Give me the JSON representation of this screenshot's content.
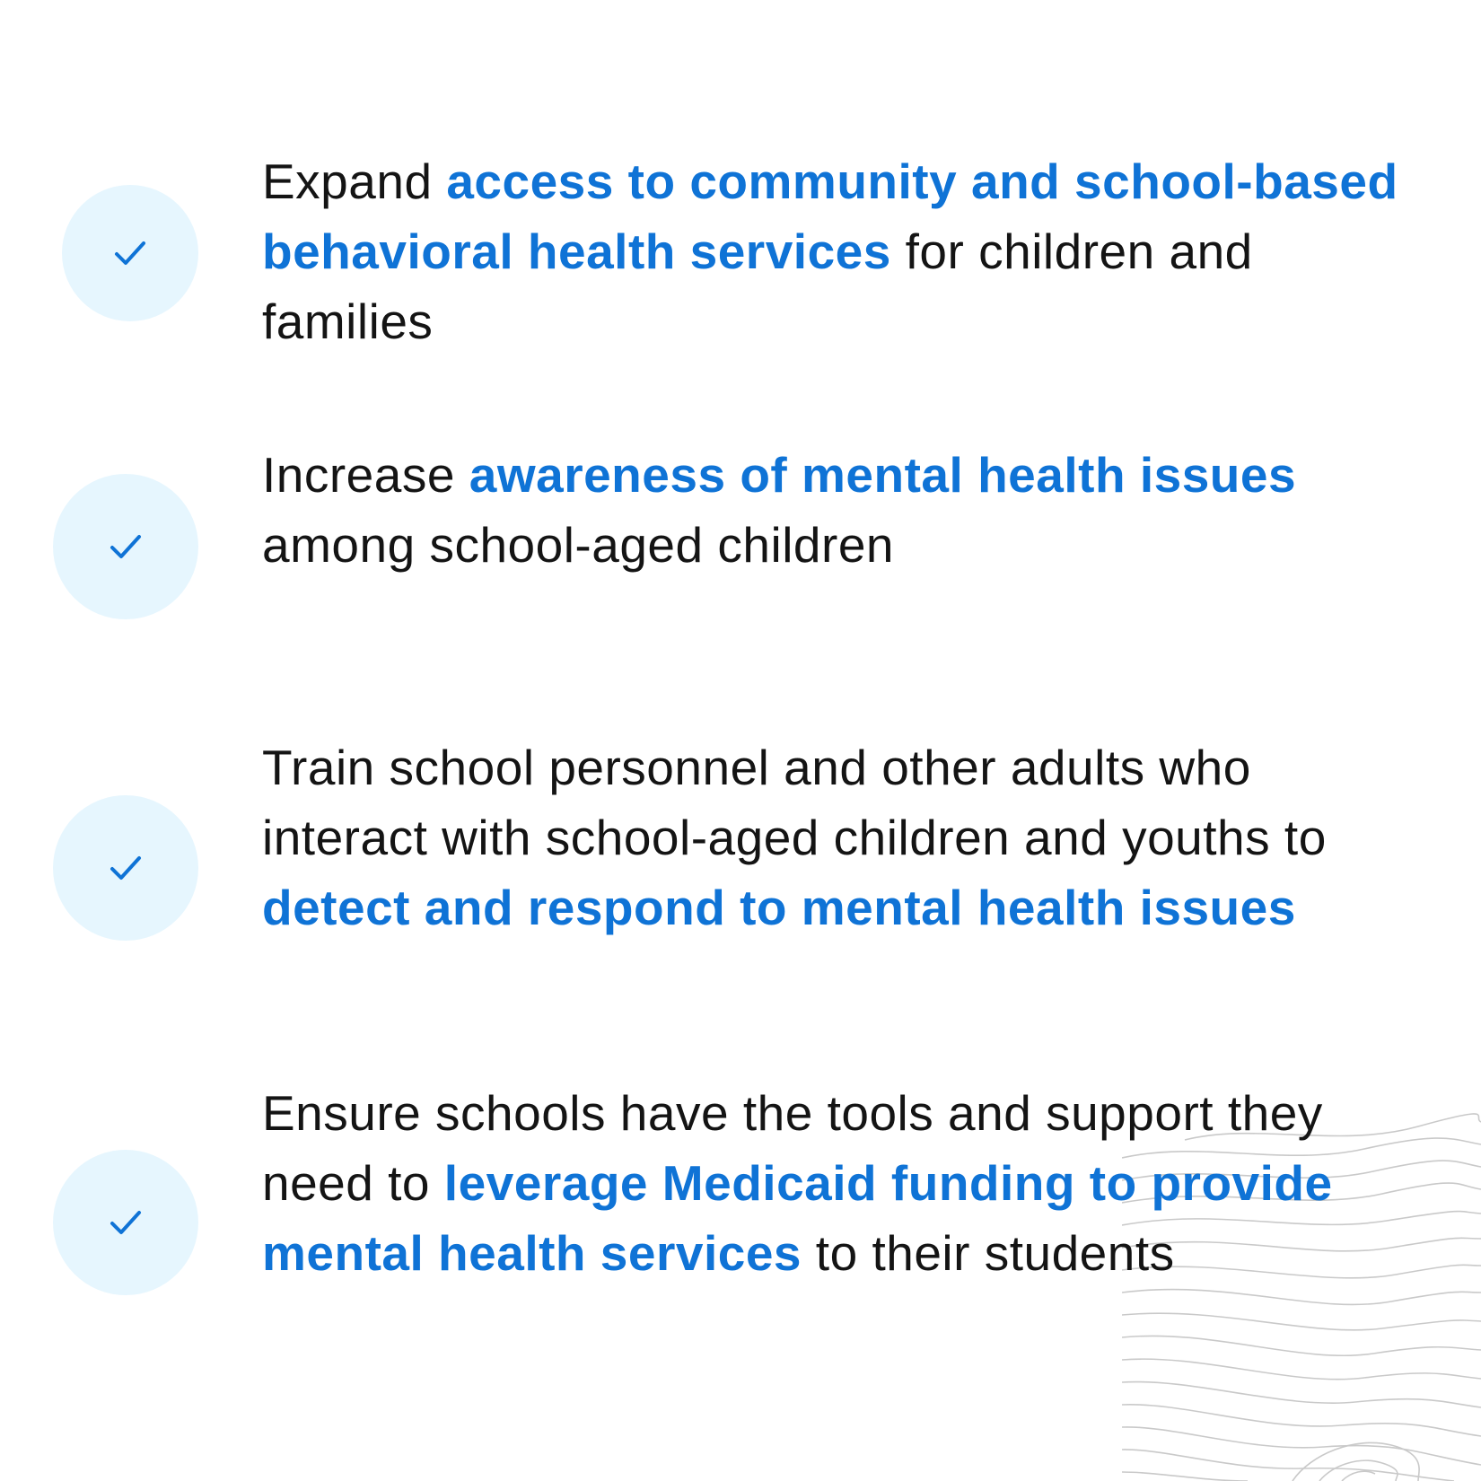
{
  "colors": {
    "accent": "#0f73d6",
    "text": "#141414",
    "circle": "#e6f6fe",
    "background": "#ffffff"
  },
  "items": [
    {
      "icon": "check-icon",
      "parts": [
        {
          "text": "Expand ",
          "highlight": false
        },
        {
          "text": "access to community and  school-based behavioral health services",
          "highlight": true
        },
        {
          "text": " for children and families",
          "highlight": false
        }
      ]
    },
    {
      "icon": "check-icon",
      "parts": [
        {
          "text": "Increase ",
          "highlight": false
        },
        {
          "text": "awareness of mental health issues",
          "highlight": true
        },
        {
          "text": " among school-aged children",
          "highlight": false
        }
      ]
    },
    {
      "icon": "check-icon",
      "parts": [
        {
          "text": "Train school personnel and other adults who interact with school-aged children and youths to ",
          "highlight": false
        },
        {
          "text": "detect and respond to mental health issues",
          "highlight": true
        }
      ]
    },
    {
      "icon": "check-icon",
      "parts": [
        {
          "text": "Ensure schools have the tools and support they need to ",
          "highlight": false
        },
        {
          "text": "leverage Medicaid funding to provide mental health services",
          "highlight": true
        },
        {
          "text": " to their students",
          "highlight": false
        }
      ]
    }
  ]
}
